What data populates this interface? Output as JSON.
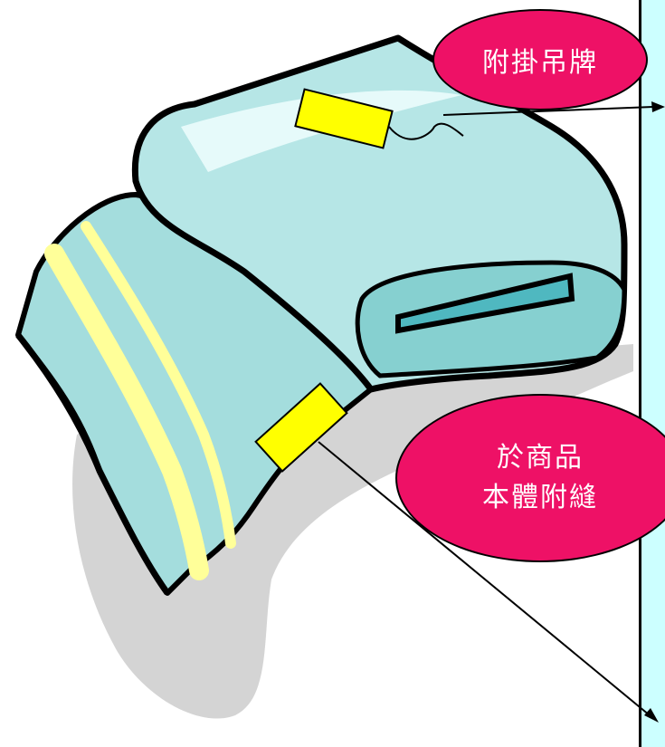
{
  "callouts": {
    "hang_tag": "附掛吊牌",
    "sewn_line1": "於商品",
    "sewn_line2": "本體附縫"
  },
  "colors": {
    "towel_body": "#b6e6e6",
    "towel_shade": "#7fd2d2",
    "stripe": "#ffff99",
    "tag": "#ffff00",
    "callout_fill": "#ee1166",
    "panel": "#ccffff"
  }
}
